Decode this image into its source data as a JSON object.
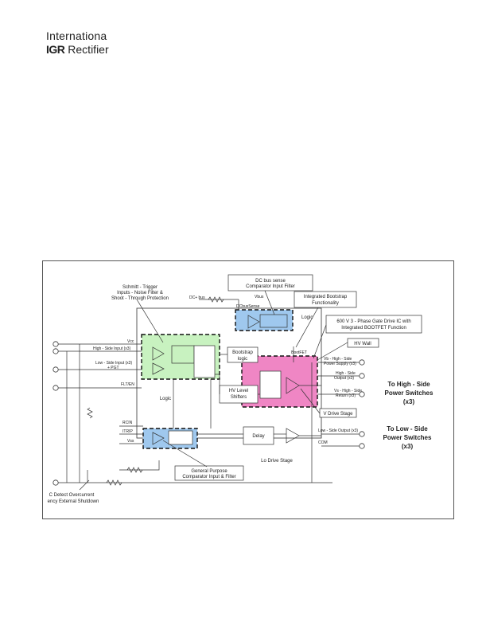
{
  "logo": {
    "line1": "Internationa",
    "line2_mark": "IGR",
    "line2_text": "Rectifier"
  },
  "diagram": {
    "callouts": {
      "schmitt": [
        "Schmitt - Trigger",
        "Inputs - Noise Filter &",
        "Shoot - Through Protection"
      ],
      "dcbus": [
        "DC bus sense",
        "Comparator Input Filter"
      ],
      "bootstrap": [
        "Integrated Bootstrap",
        "Functionality"
      ],
      "threephase": [
        "600 V 3 - Phase Gate Drive IC with",
        "Integrated BOOTFET Function"
      ],
      "hvwall": "HV Wall",
      "vdrive": "V Drive Stage",
      "gpcomp": [
        "General Purpose",
        "Comparator Input & Filter"
      ],
      "ocd": [
        "C Detect Overcurrent",
        "ency External Shutdown"
      ],
      "lodrive": "Lo Drive Stage"
    },
    "blocks": {
      "logic_top": "Logic",
      "bootstrap_logic": [
        "Bootstrap",
        "logic"
      ],
      "bootfet": "BootFET",
      "hv_shifters": [
        "HV Level",
        "Shifters"
      ],
      "logic_mid": "Logic",
      "delay": "Delay"
    },
    "pins": {
      "dc_plus": "DC+ bus",
      "vbus": "Vbus",
      "dcbussense": "DCbusSense",
      "vcc": "Vcc",
      "hin": "High - Side Input (x3)",
      "lin": [
        "Low - Side Input (x3)",
        "+ PGT"
      ],
      "fltin": "FLT/EN",
      "rcin": "RCIN",
      "itrip": "ITRIP",
      "vss": "Vss",
      "vb": [
        "Vb - High - Side",
        "Power Supply (x3)"
      ],
      "ho": [
        "High - Side",
        "Output (x3)"
      ],
      "vs": [
        "Vs - High - Side",
        "Return (x3)"
      ],
      "lo": "Low - Side Output (x3)",
      "com": "COM"
    },
    "outputs": {
      "high": [
        "To High - Side",
        "Power Switches",
        "(x3)"
      ],
      "low": [
        "To Low - Side",
        "Power Switches",
        "(x3)"
      ]
    },
    "colors": {
      "green": "#c8f2c0",
      "blue": "#9fc8ee",
      "pink": "#ef86c4",
      "border": "#222222"
    }
  }
}
